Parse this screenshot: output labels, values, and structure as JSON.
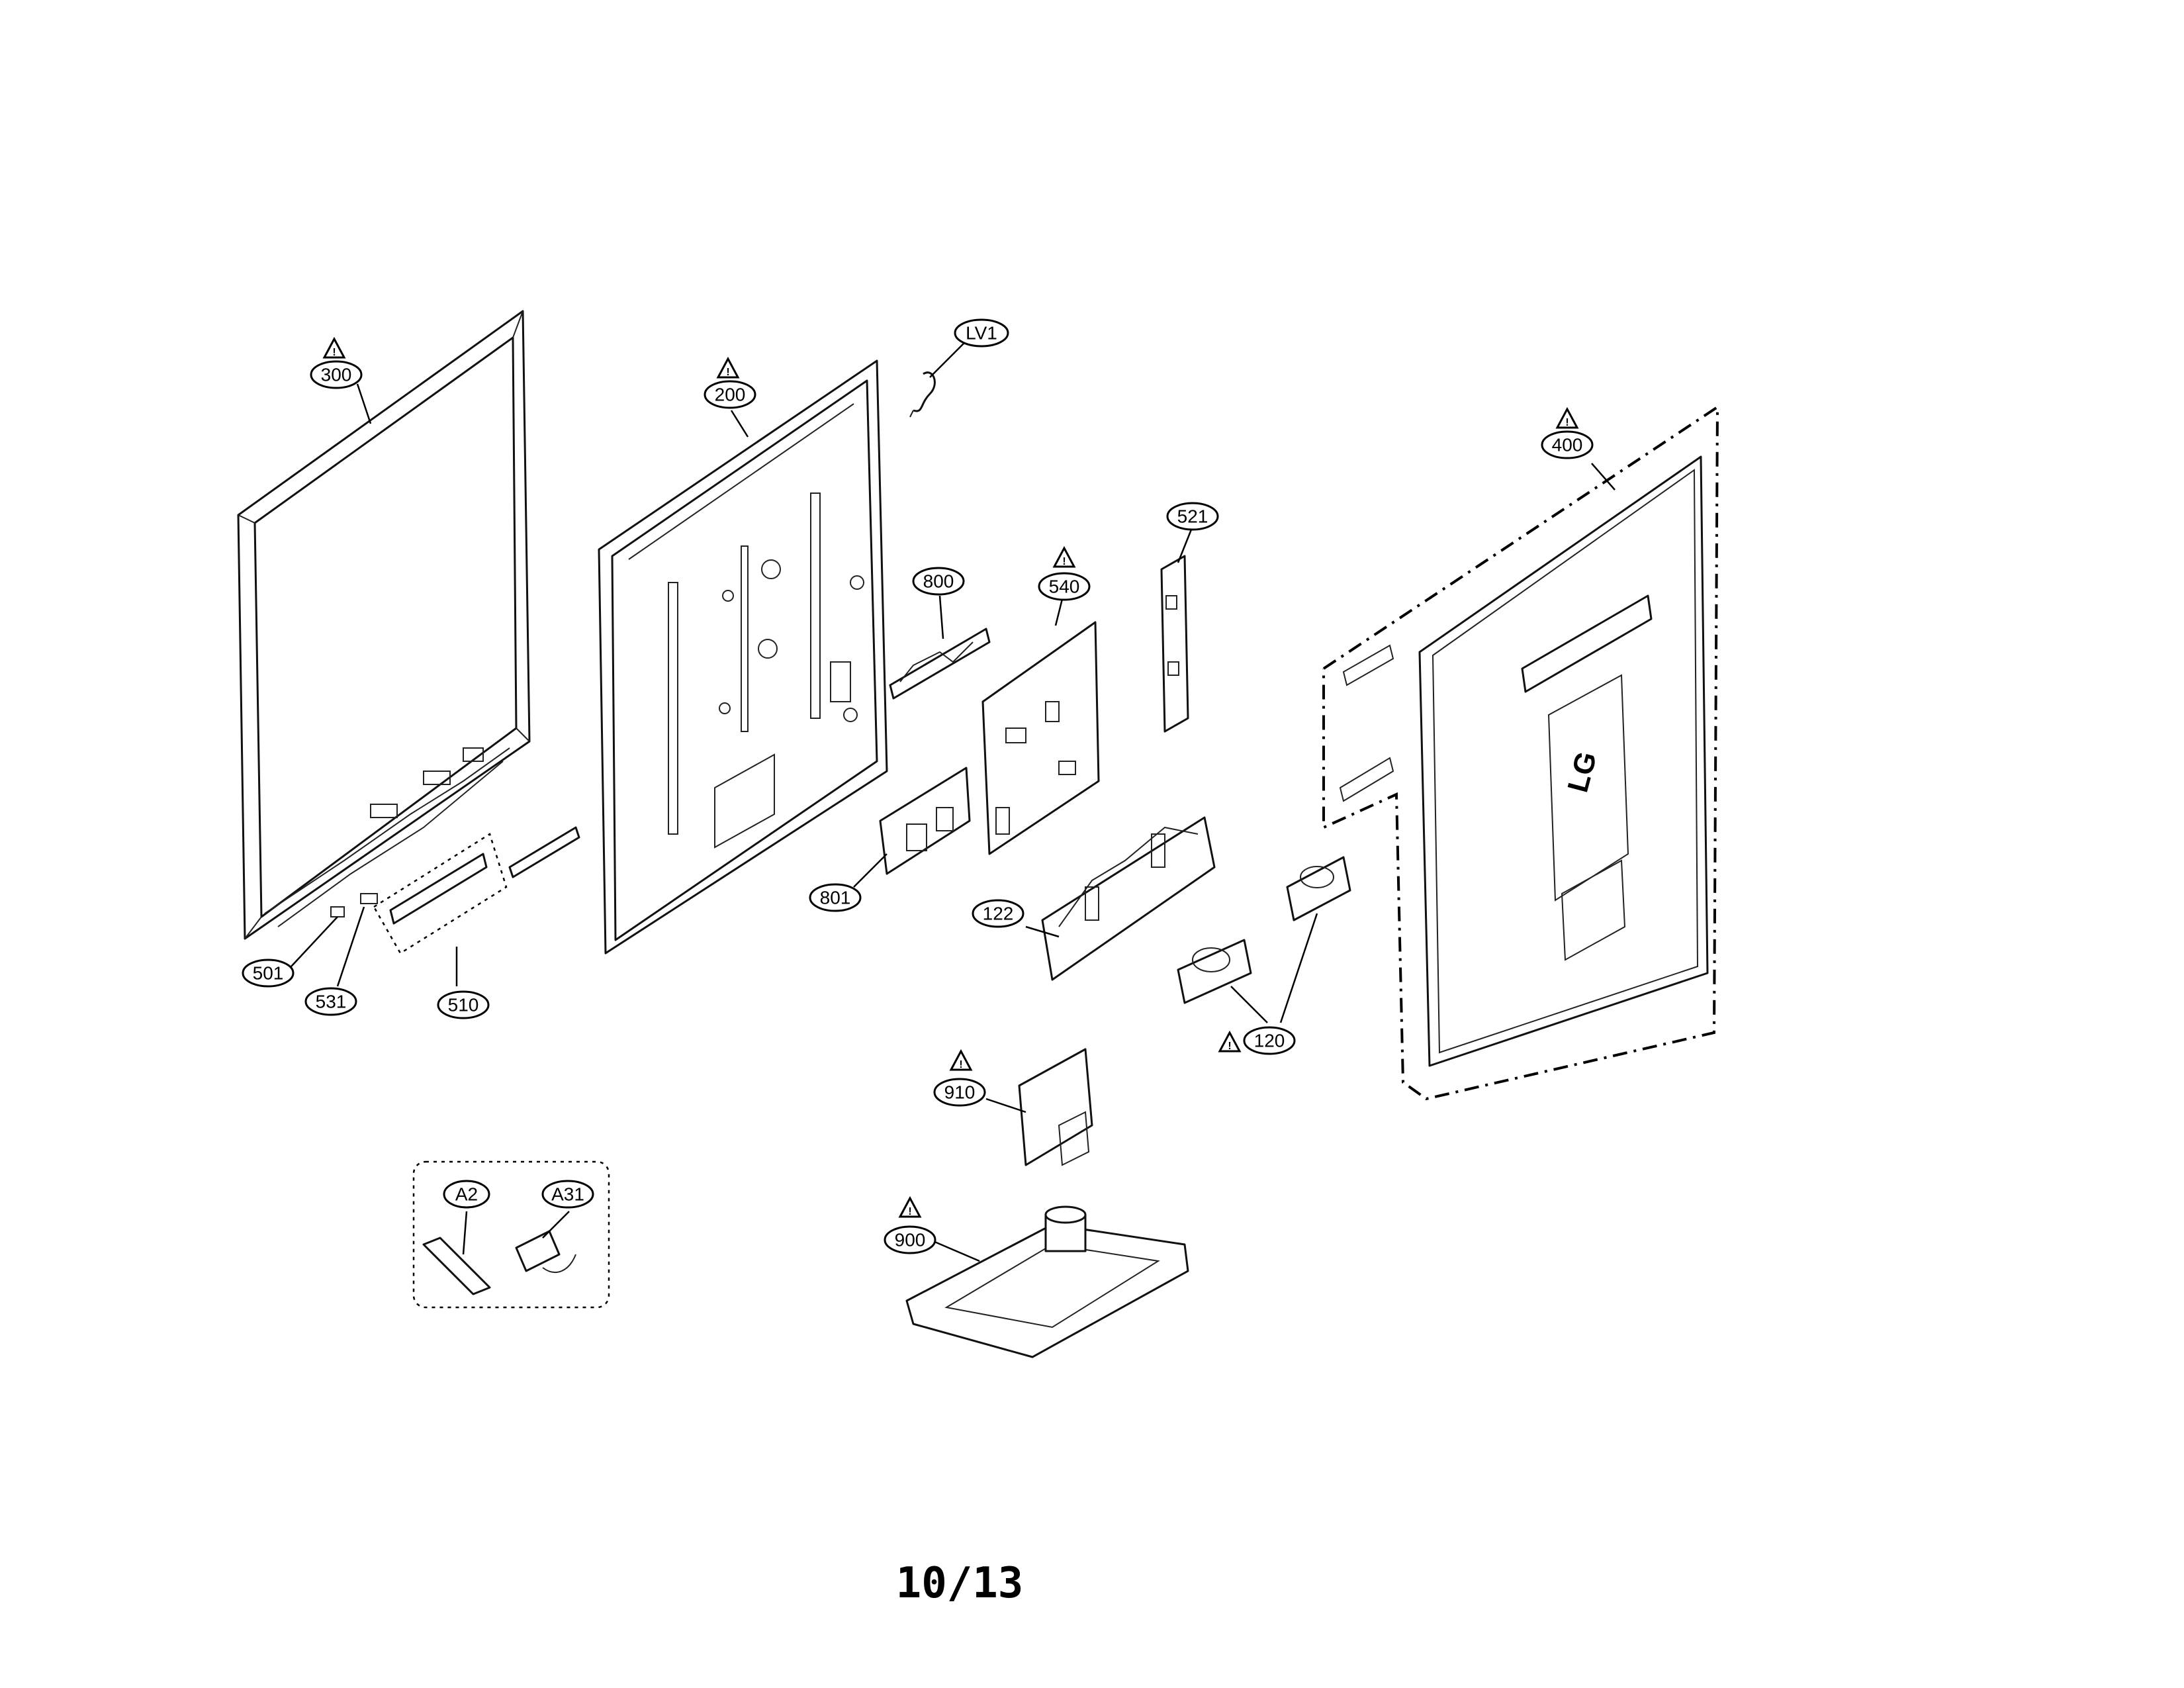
{
  "diagram": {
    "parts": [
      {
        "id": "300",
        "label": "300",
        "warning": true
      },
      {
        "id": "200",
        "label": "200",
        "warning": true
      },
      {
        "id": "LV1",
        "label": "LV1",
        "warning": false
      },
      {
        "id": "400",
        "label": "400",
        "warning": true
      },
      {
        "id": "521",
        "label": "521",
        "warning": false
      },
      {
        "id": "800",
        "label": "800",
        "warning": false
      },
      {
        "id": "540",
        "label": "540",
        "warning": true
      },
      {
        "id": "801",
        "label": "801",
        "warning": false
      },
      {
        "id": "122",
        "label": "122",
        "warning": false
      },
      {
        "id": "120",
        "label": "120",
        "warning": true
      },
      {
        "id": "501",
        "label": "501",
        "warning": false
      },
      {
        "id": "531",
        "label": "531",
        "warning": false
      },
      {
        "id": "510",
        "label": "510",
        "warning": false
      },
      {
        "id": "910",
        "label": "910",
        "warning": true
      },
      {
        "id": "900",
        "label": "900",
        "warning": true
      },
      {
        "id": "A2",
        "label": "A2",
        "warning": false
      },
      {
        "id": "A31",
        "label": "A31",
        "warning": false
      }
    ],
    "logo_text": "LG",
    "page_number": "10/13"
  }
}
